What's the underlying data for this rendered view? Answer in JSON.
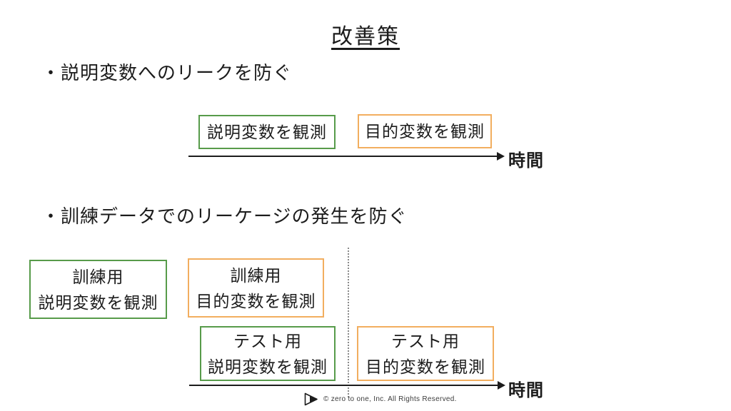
{
  "title": "改善策",
  "bullets": {
    "first": "・説明変数へのリークを防ぐ",
    "second": "・訓練データでのリーケージの発生を防ぐ"
  },
  "diagram1": {
    "boxes": [
      {
        "label": "説明変数を観測",
        "border": "green"
      },
      {
        "label": "目的変数を観測",
        "border": "orange"
      }
    ],
    "axis_label": "時間"
  },
  "diagram2": {
    "boxes": [
      {
        "line1": "訓練用",
        "line2": "説明変数を観測",
        "border": "green"
      },
      {
        "line1": "訓練用",
        "line2": "目的変数を観測",
        "border": "orange"
      },
      {
        "line1": "テスト用",
        "line2": "説明変数を観測",
        "border": "green"
      },
      {
        "line1": "テスト用",
        "line2": "目的変数を観測",
        "border": "orange"
      }
    ],
    "axis_label": "時間"
  },
  "footer": {
    "logo_icon": "play-triangle-logo",
    "copyright": "©  zero to one, Inc. All Rights Reserved."
  },
  "colors": {
    "green_border": "#579b4a",
    "orange_border": "#f2ae5f",
    "text": "#1c1c1c",
    "axis": "#1c1c1c",
    "divider": "#8a8a8a",
    "footer_text": "#3c3c3c"
  }
}
